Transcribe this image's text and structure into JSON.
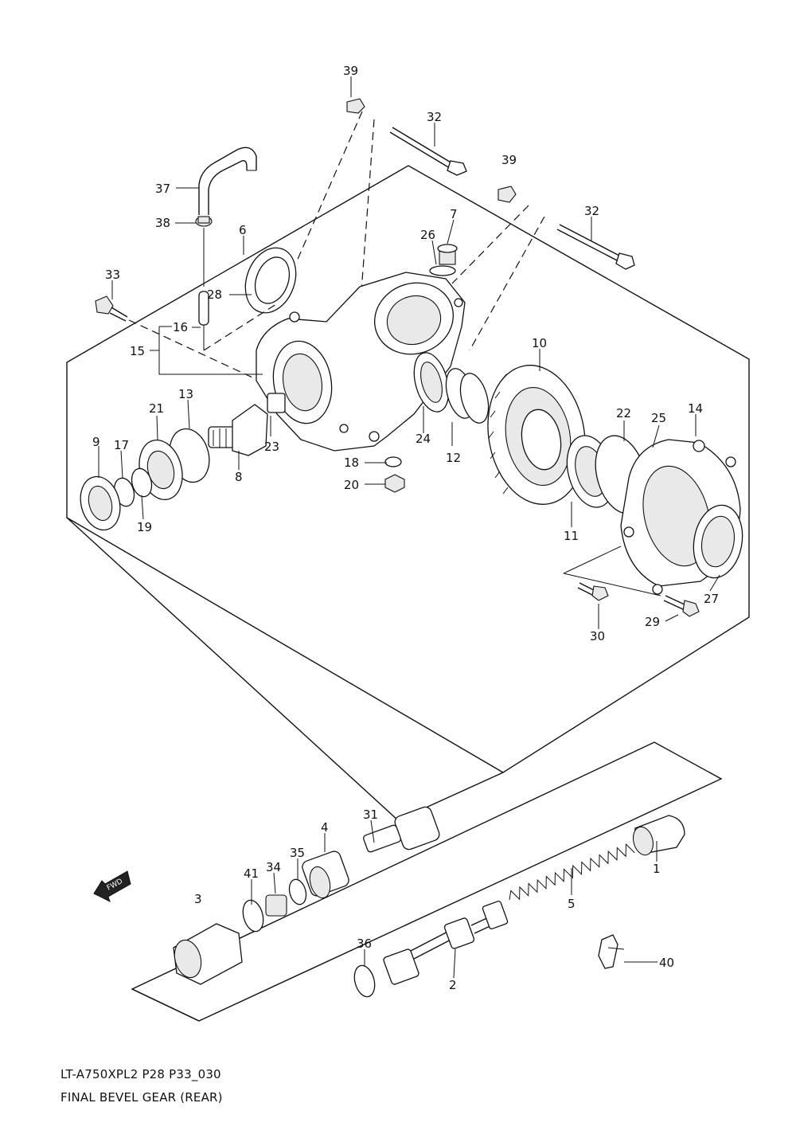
{
  "diagram": {
    "code": "LT-A750XPL2 P28 P33_030",
    "title": "FINAL BEVEL GEAR (REAR)",
    "direction_badge": "FWD",
    "callouts": [
      {
        "id": "c1",
        "label": "1"
      },
      {
        "id": "c2",
        "label": "2"
      },
      {
        "id": "c3",
        "label": "3"
      },
      {
        "id": "c4",
        "label": "4"
      },
      {
        "id": "c5",
        "label": "5"
      },
      {
        "id": "c6",
        "label": "6"
      },
      {
        "id": "c7",
        "label": "7"
      },
      {
        "id": "c8",
        "label": "8"
      },
      {
        "id": "c9",
        "label": "9"
      },
      {
        "id": "c10",
        "label": "10"
      },
      {
        "id": "c11",
        "label": "11"
      },
      {
        "id": "c12",
        "label": "12"
      },
      {
        "id": "c13",
        "label": "13"
      },
      {
        "id": "c14",
        "label": "14"
      },
      {
        "id": "c15",
        "label": "15"
      },
      {
        "id": "c16",
        "label": "16"
      },
      {
        "id": "c17",
        "label": "17"
      },
      {
        "id": "c18",
        "label": "18"
      },
      {
        "id": "c19",
        "label": "19"
      },
      {
        "id": "c20",
        "label": "20"
      },
      {
        "id": "c21",
        "label": "21"
      },
      {
        "id": "c22",
        "label": "22"
      },
      {
        "id": "c23",
        "label": "23"
      },
      {
        "id": "c24",
        "label": "24"
      },
      {
        "id": "c25",
        "label": "25"
      },
      {
        "id": "c26",
        "label": "26"
      },
      {
        "id": "c27",
        "label": "27"
      },
      {
        "id": "c28",
        "label": "28"
      },
      {
        "id": "c29",
        "label": "29"
      },
      {
        "id": "c30",
        "label": "30"
      },
      {
        "id": "c31",
        "label": "31"
      },
      {
        "id": "c32a",
        "label": "32"
      },
      {
        "id": "c32b",
        "label": "32"
      },
      {
        "id": "c33",
        "label": "33"
      },
      {
        "id": "c34",
        "label": "34"
      },
      {
        "id": "c35",
        "label": "35"
      },
      {
        "id": "c36",
        "label": "36"
      },
      {
        "id": "c37",
        "label": "37"
      },
      {
        "id": "c38",
        "label": "38"
      },
      {
        "id": "c39a",
        "label": "39"
      },
      {
        "id": "c39b",
        "label": "39"
      },
      {
        "id": "c40",
        "label": "40"
      },
      {
        "id": "c41",
        "label": "41"
      }
    ]
  }
}
